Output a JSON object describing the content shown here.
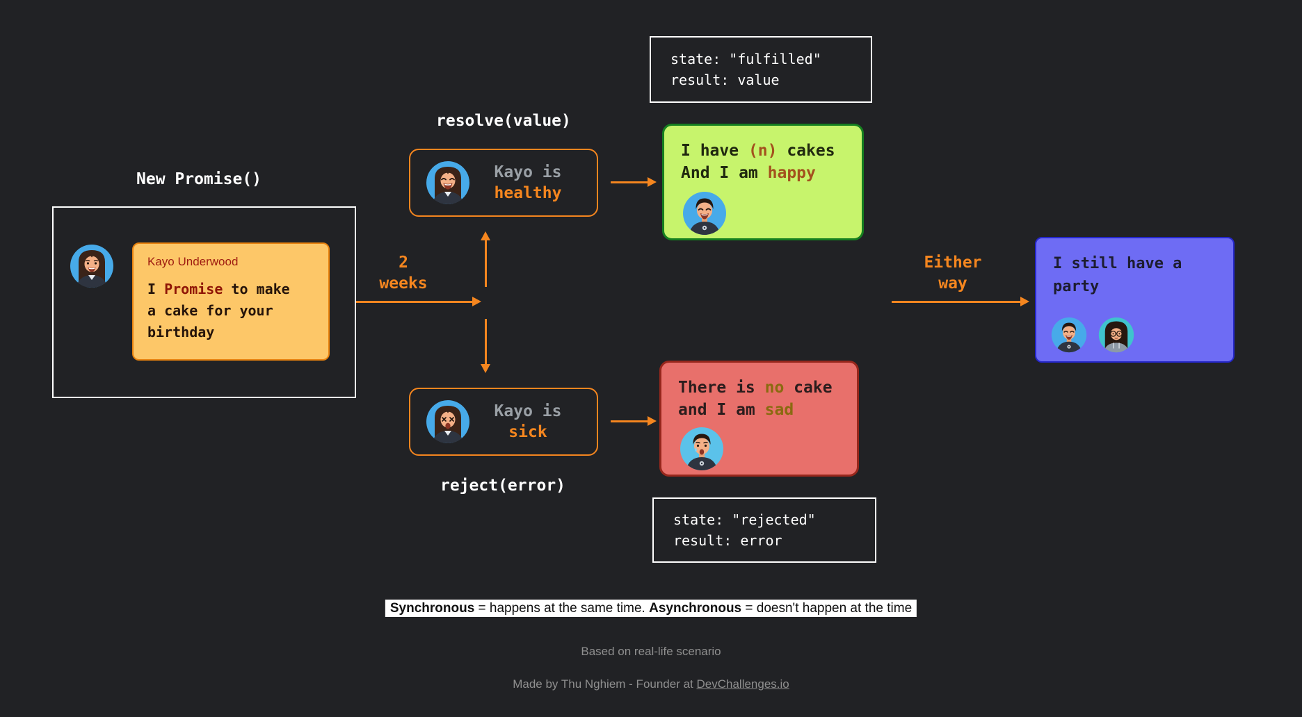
{
  "colors": {
    "background": "#212225",
    "accent_orange": "#f5861f",
    "white": "#ffffff",
    "gray_text": "#9aa0a6",
    "footer_gray": "#8f8f8f",
    "card_bg": "#fdc768",
    "card_border": "#e8820e",
    "card_heading_red": "#9e1b10",
    "green_bg": "#c7f46c",
    "green_border": "#157f1f",
    "green_highlight": "#a3511d",
    "red_bg": "#e8706b",
    "red_border": "#97271c",
    "red_highlight": "#8a6a10",
    "purple_bg": "#6e6cf4",
    "purple_border": "#2527c9",
    "avatar_blue": "#47aae9",
    "avatar_teal": "#3fc3cd"
  },
  "nodes": {
    "promise": {
      "label": "New Promise()",
      "author": "Kayo Underwood",
      "line1_pre": "I ",
      "line1_hl": "Promise",
      "line1_post": " to make",
      "line2": "a cake for your",
      "line3": "birthday"
    },
    "duration": {
      "line1": "2",
      "line2": "weeks"
    },
    "resolve": {
      "label": "resolve(value)",
      "pre": "Kayo is",
      "state": "healthy"
    },
    "reject": {
      "label": "reject(error)",
      "pre": "Kayo is",
      "state": "sick"
    },
    "fulfilled_state": {
      "line1": "state: \"fulfilled\"",
      "line2": "result: value"
    },
    "rejected_state": {
      "line1": "state: \"rejected\"",
      "line2": "result: error"
    },
    "fulfilled_msg": {
      "l1a": "I have ",
      "l1b": "(n)",
      "l1c": " cakes",
      "l2a": "And I am ",
      "l2b": "happy"
    },
    "rejected_msg": {
      "l1a": "There is ",
      "l1b": "no",
      "l1c": " cake",
      "l2a": "and I am ",
      "l2b": "sad"
    },
    "either": {
      "line1": "Either",
      "line2": "way"
    },
    "party": {
      "line1": "I still have a",
      "line2": "party"
    }
  },
  "footer": {
    "sync": {
      "b1": "Synchronous",
      "t1": " = happens at the same time. ",
      "b2": "Asynchronous",
      "t2": " = doesn't happen at the time"
    },
    "based_on": "Based on real-life scenario",
    "credit_pre": "Made by Thu Nghiem - Founder at ",
    "credit_link": "DevChallenges.io"
  },
  "avatars": {
    "kayo_neutral": "woman-smiling-avatar",
    "kayo_healthy": "woman-laughing-avatar",
    "kayo_sick": "woman-sick-avatar",
    "man_happy": "man-laughing-avatar",
    "man_sad": "man-crying-avatar",
    "woman_glasses": "woman-glasses-avatar"
  }
}
